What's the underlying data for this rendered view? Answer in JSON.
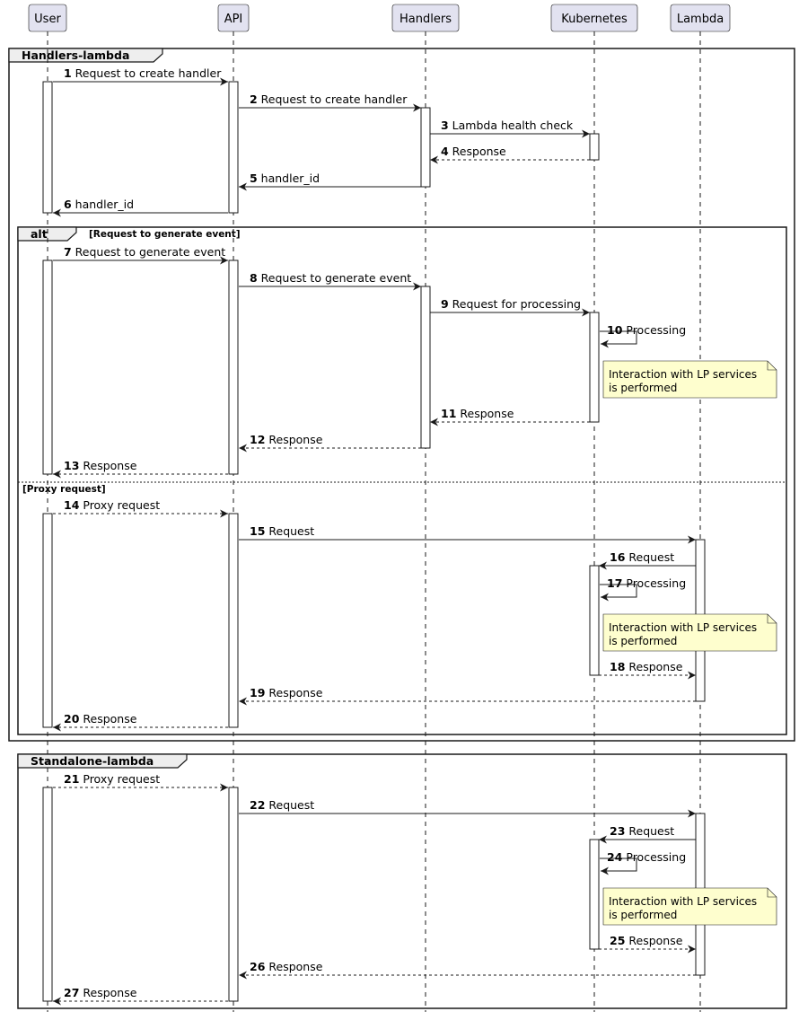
{
  "participants": [
    {
      "id": "user",
      "label": "User"
    },
    {
      "id": "api",
      "label": "API"
    },
    {
      "id": "handlers",
      "label": "Handlers"
    },
    {
      "id": "k8s",
      "label": "Kubernetes"
    },
    {
      "id": "lambda",
      "label": "Lambda"
    }
  ],
  "frames": [
    {
      "id": "handlers-lambda",
      "title": "Handlers-lambda"
    },
    {
      "id": "alt",
      "title": "alt",
      "conditions": [
        "[Request to generate event]",
        "[Proxy request]"
      ]
    },
    {
      "id": "standalone-lambda",
      "title": "Standalone-lambda"
    }
  ],
  "messages": [
    {
      "num": "1",
      "label": "Request to create handler",
      "from": "user",
      "to": "api",
      "style": "solid"
    },
    {
      "num": "2",
      "label": "Request to create handler",
      "from": "api",
      "to": "handlers",
      "style": "solid"
    },
    {
      "num": "3",
      "label": "Lambda health check",
      "from": "handlers",
      "to": "k8s",
      "style": "solid"
    },
    {
      "num": "4",
      "label": "Response",
      "from": "k8s",
      "to": "handlers",
      "style": "dashed"
    },
    {
      "num": "5",
      "label": "handler_id",
      "from": "handlers",
      "to": "api",
      "style": "solid"
    },
    {
      "num": "6",
      "label": "handler_id",
      "from": "api",
      "to": "user",
      "style": "solid"
    },
    {
      "num": "7",
      "label": "Request to generate event",
      "from": "user",
      "to": "api",
      "style": "solid"
    },
    {
      "num": "8",
      "label": "Request to generate event",
      "from": "api",
      "to": "handlers",
      "style": "solid"
    },
    {
      "num": "9",
      "label": "Request for processing",
      "from": "handlers",
      "to": "k8s",
      "style": "solid"
    },
    {
      "num": "10",
      "label": "Processing",
      "from": "k8s",
      "to": "k8s",
      "style": "solid"
    },
    {
      "num": "11",
      "label": "Response",
      "from": "k8s",
      "to": "handlers",
      "style": "dashed"
    },
    {
      "num": "12",
      "label": "Response",
      "from": "handlers",
      "to": "api",
      "style": "dashed"
    },
    {
      "num": "13",
      "label": "Response",
      "from": "api",
      "to": "user",
      "style": "dashed"
    },
    {
      "num": "14",
      "label": "Proxy request",
      "from": "user",
      "to": "api",
      "style": "dashed"
    },
    {
      "num": "15",
      "label": "Request",
      "from": "api",
      "to": "lambda",
      "style": "solid"
    },
    {
      "num": "16",
      "label": "Request",
      "from": "lambda",
      "to": "k8s",
      "style": "solid"
    },
    {
      "num": "17",
      "label": "Processing",
      "from": "k8s",
      "to": "k8s",
      "style": "solid"
    },
    {
      "num": "18",
      "label": "Response",
      "from": "k8s",
      "to": "lambda",
      "style": "dashed"
    },
    {
      "num": "19",
      "label": "Response",
      "from": "lambda",
      "to": "api",
      "style": "dashed"
    },
    {
      "num": "20",
      "label": "Response",
      "from": "api",
      "to": "user",
      "style": "dashed"
    },
    {
      "num": "21",
      "label": "Proxy request",
      "from": "user",
      "to": "api",
      "style": "dashed"
    },
    {
      "num": "22",
      "label": "Request",
      "from": "api",
      "to": "lambda",
      "style": "solid"
    },
    {
      "num": "23",
      "label": "Request",
      "from": "lambda",
      "to": "k8s",
      "style": "solid"
    },
    {
      "num": "24",
      "label": "Processing",
      "from": "k8s",
      "to": "k8s",
      "style": "solid"
    },
    {
      "num": "25",
      "label": "Response",
      "from": "k8s",
      "to": "lambda",
      "style": "dashed"
    },
    {
      "num": "26",
      "label": "Response",
      "from": "lambda",
      "to": "api",
      "style": "dashed"
    },
    {
      "num": "27",
      "label": "Response",
      "from": "api",
      "to": "user",
      "style": "dashed"
    }
  ],
  "notes": [
    {
      "id": "note-1",
      "lines": [
        "Interaction with LP services",
        "is performed"
      ]
    },
    {
      "id": "note-2",
      "lines": [
        "Interaction with LP services",
        "is performed"
      ]
    },
    {
      "id": "note-3",
      "lines": [
        "Interaction with LP services",
        "is performed"
      ]
    }
  ],
  "colors": {
    "participant_fill": "#e2e2f0",
    "participant_border": "#181818",
    "activation_fill": "#ffffff",
    "note_fill": "#fefece",
    "frame_header_fill": "#eeeeee",
    "line": "#181818"
  }
}
